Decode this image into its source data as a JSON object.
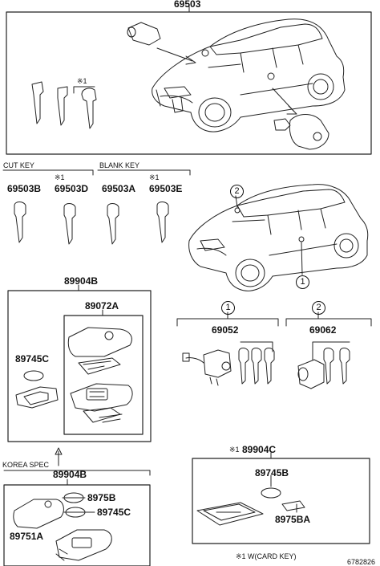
{
  "diagram_id": "6782826",
  "parts": {
    "p69503": "69503",
    "p69503B": "69503B",
    "p69503D": "69503D",
    "p69503A": "69503A",
    "p69503E": "69503E",
    "p89904B_top": "89904B",
    "p89072A": "89072A",
    "p89745C_top": "89745C",
    "p69052": "69052",
    "p69062": "69062",
    "p89904B_korea": "89904B",
    "p8975B": "8975B",
    "p89745C_korea": "89745C",
    "p89751A": "89751A",
    "p89904C": "89904C",
    "p89745B": "89745B",
    "p8975BA": "8975BA"
  },
  "labels": {
    "cut_key": "CUT KEY",
    "blank_key": "BLANK KEY",
    "korea_spec": "KOREA SPEC",
    "note_mark": "※1",
    "card_key_note": "※1 W(CARD KEY)"
  },
  "callouts": {
    "one": "1",
    "two": "2"
  }
}
